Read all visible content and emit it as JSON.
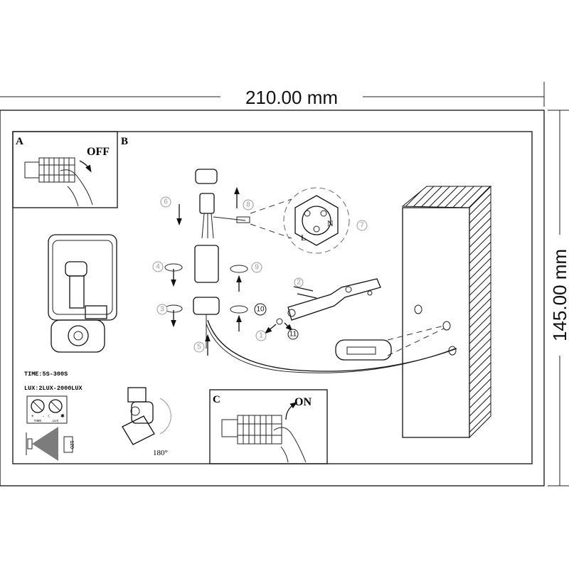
{
  "dimensions": {
    "width_label": "210.00 mm",
    "height_label": "145.00 mm"
  },
  "panels": {
    "a": {
      "label": "A",
      "action": "OFF"
    },
    "b": {
      "label": "B"
    },
    "c": {
      "label": "C",
      "action": "ON"
    }
  },
  "sensor": {
    "time_spec": "TIME:5S-300S",
    "lux_spec": "LUX:2LUX-2000LUX",
    "dial_labels": {
      "time": "TIME",
      "lux": "LUX",
      "plus": "+",
      "minus": "-"
    },
    "detection_angle": "120",
    "rotation_angle": "180°"
  },
  "connector": {
    "live": "L",
    "neutral": "N"
  },
  "callouts": [
    "1",
    "2",
    "3",
    "4",
    "5",
    "6",
    "7",
    "8",
    "9",
    "10",
    "11"
  ]
}
